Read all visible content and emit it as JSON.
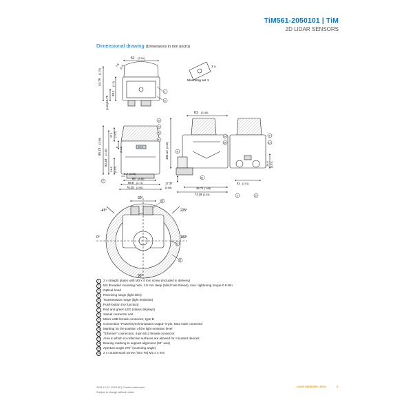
{
  "header": {
    "title": "TiM561-2050101 | TiM",
    "subtitle": "2D LIDAR SENSORS"
  },
  "section": {
    "title": "Dimensional drawing",
    "note": "(Dimensions in mm (inch))"
  },
  "drawing": {
    "dims": {
      "d51": "51",
      "d51i": "(2.01)",
      "d44": "44.79",
      "d44i": "(1.76)",
      "d7": "7.6",
      "d7i": "(0.3)",
      "d16": "16.79",
      "d16i": "(0.66)",
      "d33": "33.1",
      "d33i": "(1.3)",
      "d61": "61",
      "d61i": "(2.40)",
      "d27": "27.1",
      "d27i": "(1.07)",
      "d8": "8",
      "d8i": "(0.31)",
      "d85": "85.73",
      "d85i": "(3.38)",
      "d62": "62.48",
      "d62i": "(2.46)",
      "d24": "24.6",
      "d24i": "(0.97)",
      "d0": "0.7",
      "d0i": "(0.03)",
      "d60": "60",
      "d60i": "(2.36)",
      "d68": "68.8",
      "d68i": "(2.71)",
      "d76": "76.25",
      "d76i": "(3.00)",
      "d101": "101.12",
      "d101i": "(3.98)",
      "d17": "17.37",
      "d17i": "(0.68)",
      "d46": "46.71",
      "d46i": "(1.84)",
      "d74": "74.39",
      "d74i": "(2.93)",
      "d51b": "51",
      "d51bi": "(2.01)",
      "d24b": "24.6",
      "d24bi": "(0.97)",
      "a30": "30°",
      "a45": "-45°",
      "a225": "225°",
      "a0": "0°",
      "a180": "180°",
      "a90": "90°"
    },
    "mounting": "Mounting set 1",
    "twox": "2 x",
    "logo": "SICK"
  },
  "legend": [
    {
      "n": "1",
      "text": "2 x straight plates with M3 x 4 mm screw (included in delivery)"
    },
    {
      "n": "2",
      "text": "M3 threaded mounting hole, 2.8 mm deep (blind hole thread), max. tightening torque 0.8 Nm"
    },
    {
      "n": "3",
      "text": "Optical hood"
    },
    {
      "n": "4",
      "text": "Receiving range (light inlet)"
    },
    {
      "n": "5",
      "text": "Transmission range (light emission)"
    },
    {
      "n": "6",
      "text": "Push-button (no function)"
    },
    {
      "n": "7",
      "text": "Red and green LED (status displays)"
    },
    {
      "n": "8",
      "text": "Swivel connector unit"
    },
    {
      "n": "9",
      "text": "Micro USB female connector, type B"
    },
    {
      "n": "10",
      "text": "Connection \"Power/Synchronization output\" 5-pin, M12 male connector"
    },
    {
      "n": "11",
      "text": "Marking for the position of the light emission level"
    },
    {
      "n": "12",
      "text": "\"Ethernet\" connection, 4-pin M12 female connector"
    },
    {
      "n": "13",
      "text": "Area in which no reflective surfaces are allowed for mounted devices"
    },
    {
      "n": "14",
      "text": "Bearing marking to support alignment (90° axis)"
    },
    {
      "n": "15",
      "text": "Aperture angle 270° (scanning angle)"
    },
    {
      "n": "16",
      "text": "2 x countersunk screw (Torx T8) M2 x 4 mm"
    }
  ],
  "footer": {
    "line1": "2024-12-12 13:29:36 | Product data sheet",
    "line2": "Subject to change without notice",
    "brand": "LIDAR SENSORS | SICK",
    "page": "5"
  }
}
